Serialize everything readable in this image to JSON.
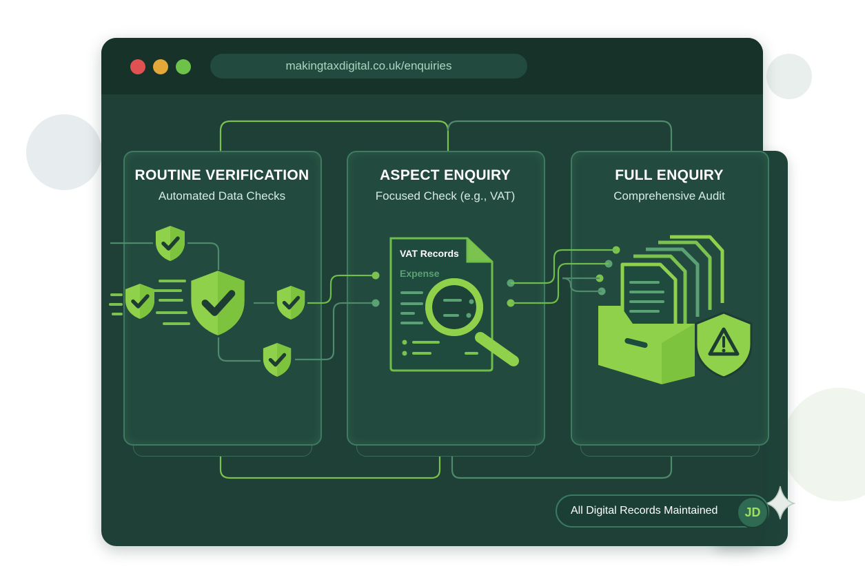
{
  "browser": {
    "url": "makingtaxdigital.co.uk/enquiries"
  },
  "cards": [
    {
      "title": "ROUTINE VERIFICATION",
      "subtitle": "Automated Data Checks"
    },
    {
      "title": "ASPECT ENQUIRY",
      "subtitle": "Focused Check (e.g., VAT)"
    },
    {
      "title": "FULL ENQUIRY",
      "subtitle": "Comprehensive Audit"
    }
  ],
  "document": {
    "heading": "VAT Records",
    "subheading": "Expense"
  },
  "status": {
    "label": "All Digital Records Maintained"
  },
  "user": {
    "initials": "JD"
  },
  "icons": {
    "verification": "shield-check-icon",
    "aspect": "magnifier-document-icon",
    "full": "file-drawer-warning-icon",
    "sparkle": "sparkle-icon"
  },
  "colors": {
    "window": "#1e4037",
    "accent": "#9fe060",
    "connector": "#6fbd4a",
    "titlebar": "#173228"
  }
}
